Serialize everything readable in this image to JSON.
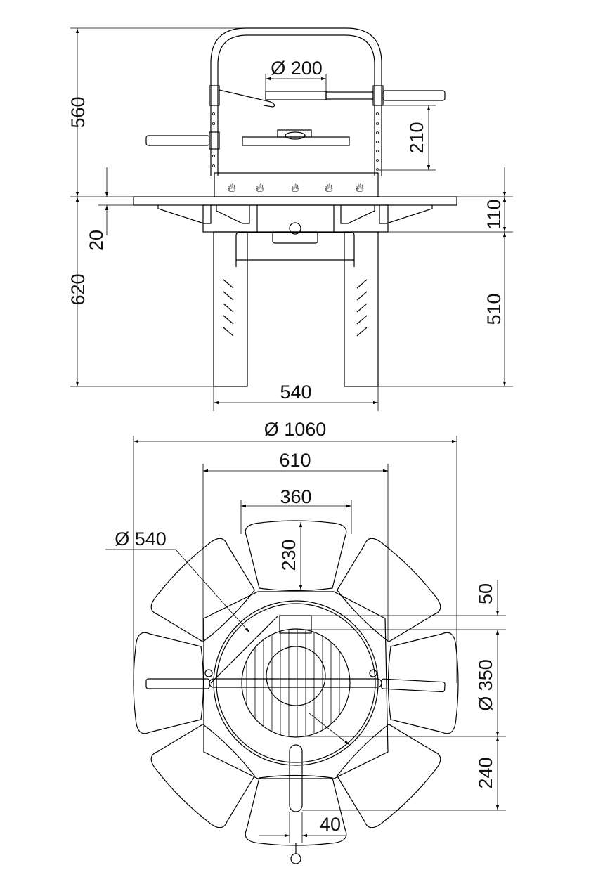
{
  "side_view": {
    "dims": {
      "overall_upper": "560",
      "grate_diameter": "Ø 200",
      "grate_height": "210",
      "table_thickness": "20",
      "table_depth": "110",
      "overall_lower": "620",
      "leg_height": "510",
      "leg_span": "540"
    }
  },
  "top_view": {
    "dims": {
      "table_diameter": "Ø 1060",
      "frame_width": "610",
      "petal_width": "360",
      "petal_depth": "230",
      "ring_diameter": "Ø 540",
      "offset": "50",
      "grill_diameter": "Ø 350",
      "handle_length": "240",
      "handle_width": "40"
    }
  }
}
